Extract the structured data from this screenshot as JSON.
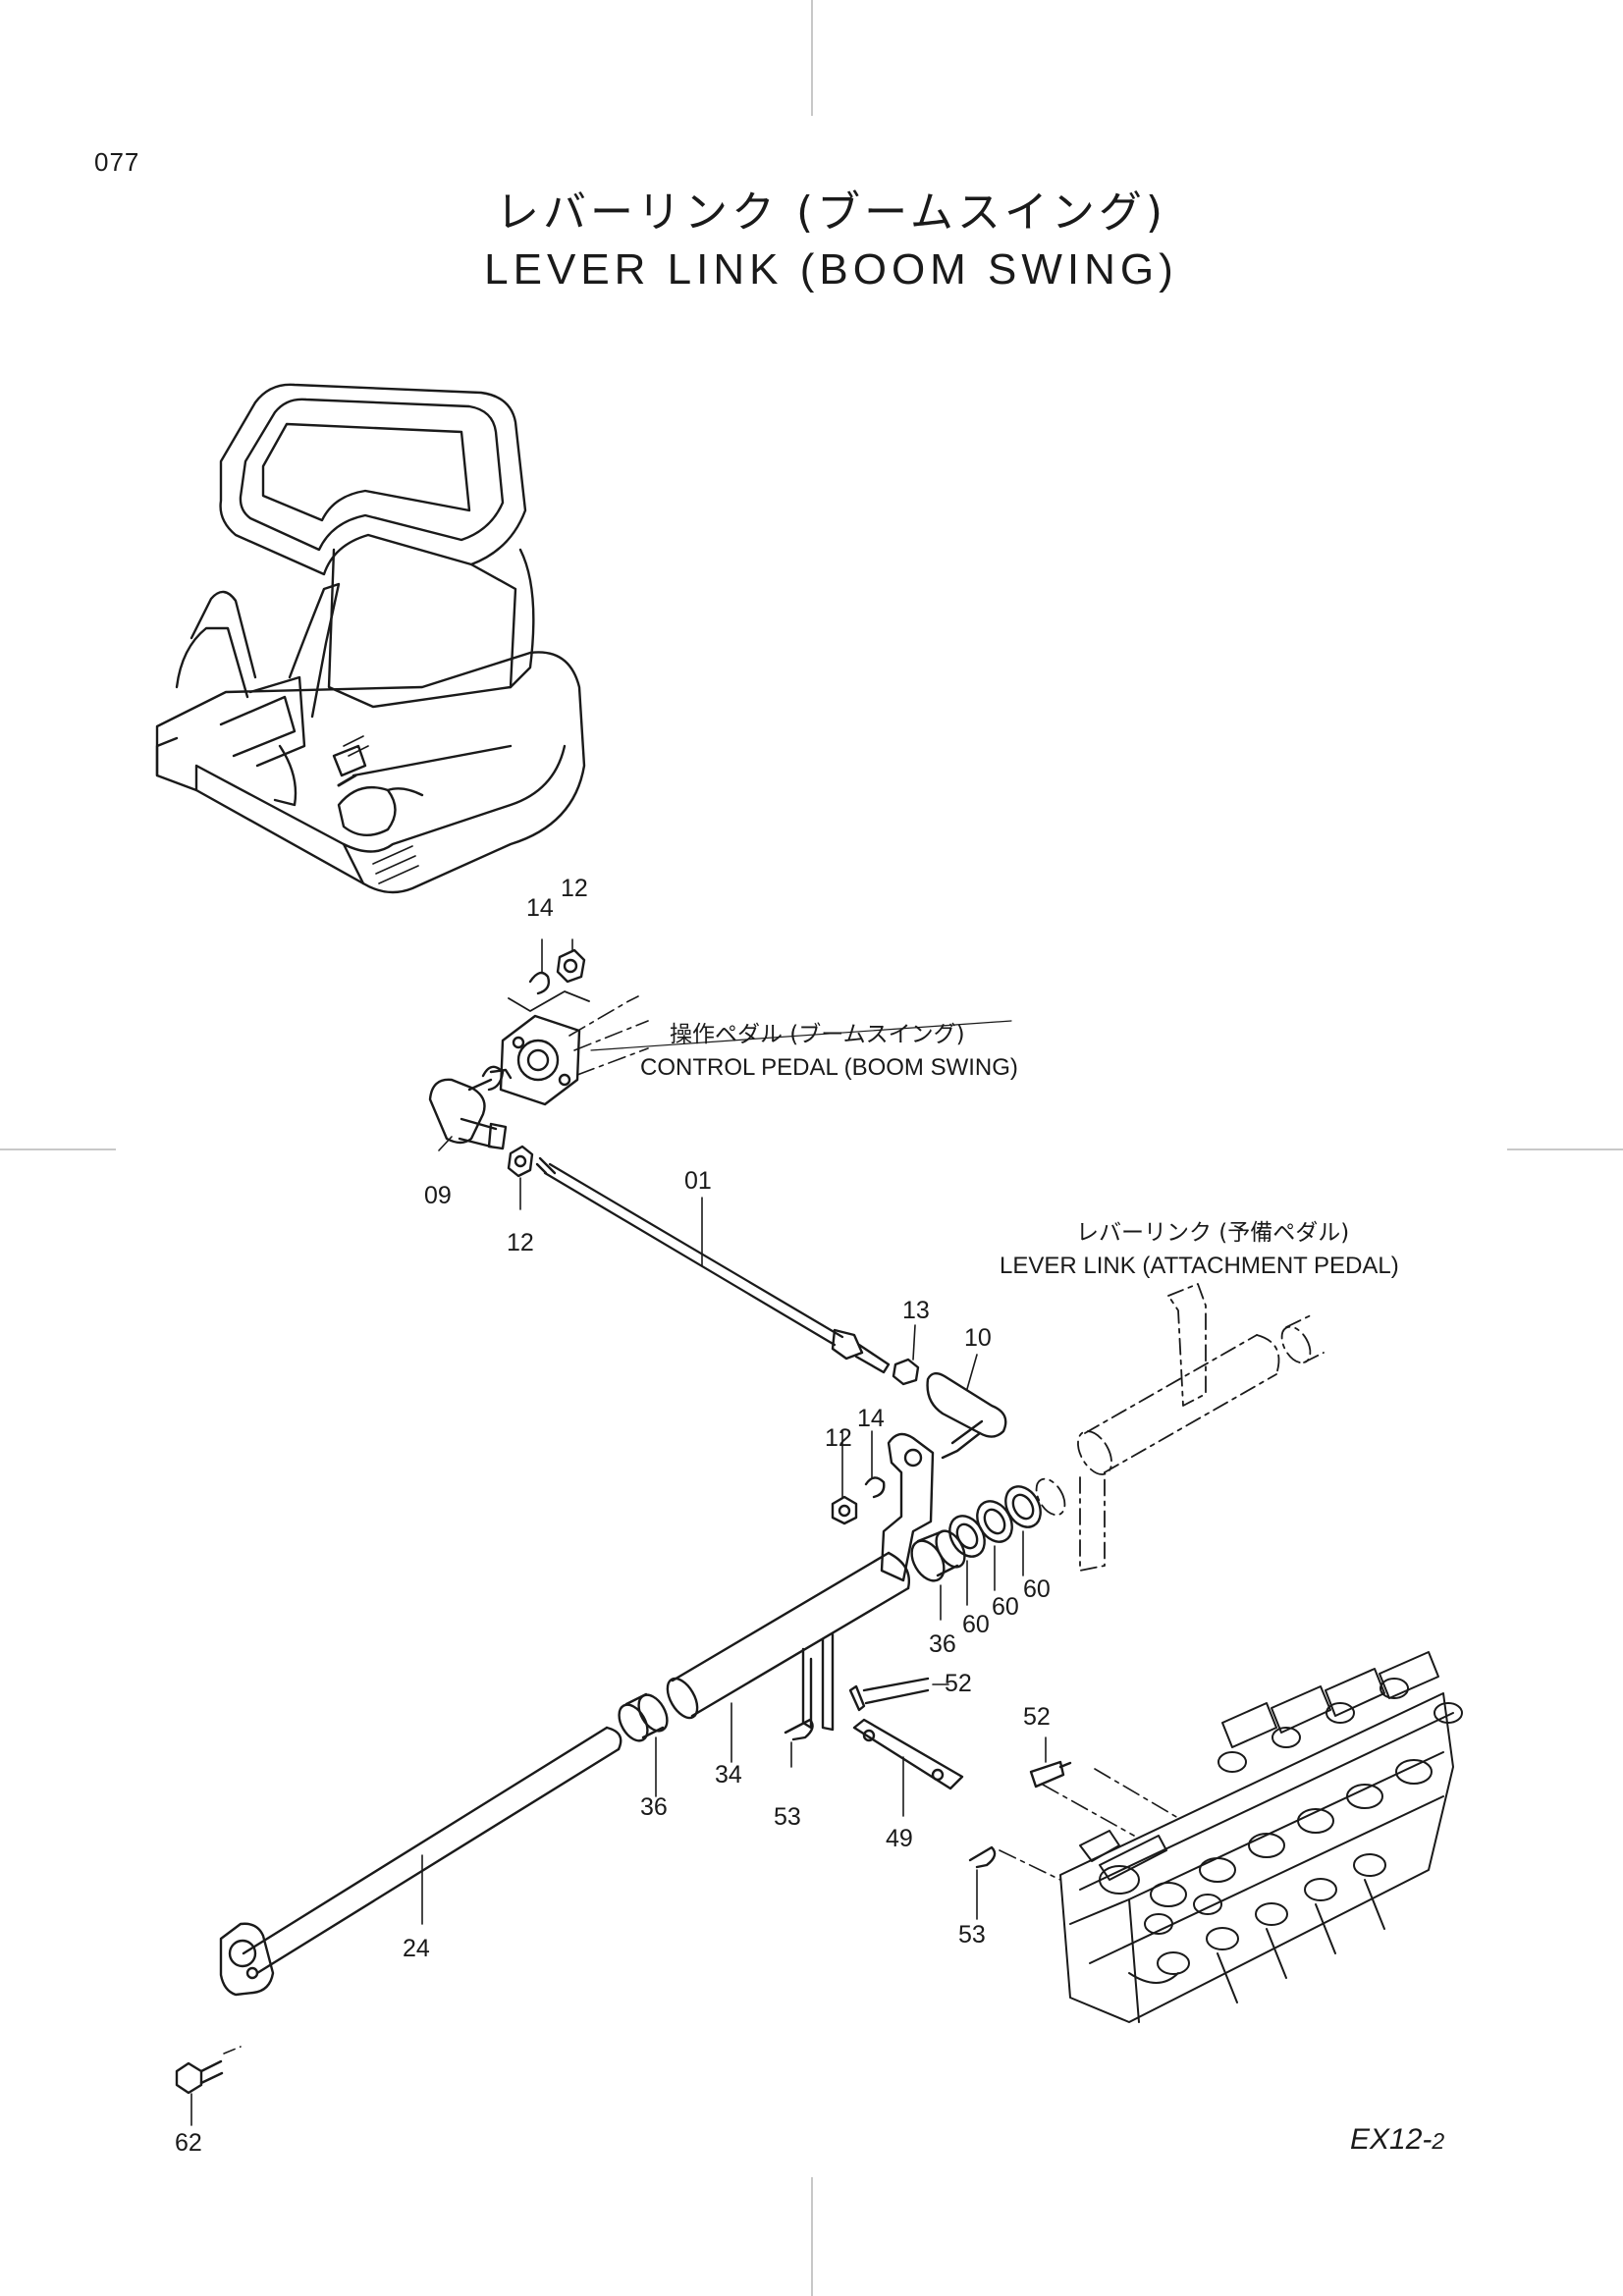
{
  "page": {
    "number": "077",
    "model_code": "EX12-",
    "model_revision": "2"
  },
  "title": {
    "japanese": "レバーリンク (ブームスイング)",
    "english": "LEVER LINK (BOOM SWING)"
  },
  "references": {
    "control_pedal": {
      "ja": "操作ペダル (ブームスイング)",
      "en": "CONTROL PEDAL (BOOM SWING)"
    },
    "attachment_link": {
      "ja": "レバーリンク (予備ペダル)",
      "en": "LEVER LINK (ATTACHMENT PEDAL)"
    }
  },
  "callouts": [
    "14",
    "12",
    "09",
    "12",
    "01",
    "13",
    "10",
    "12",
    "14",
    "36",
    "60",
    "60",
    "60",
    "52",
    "34",
    "53",
    "36",
    "49",
    "52",
    "53",
    "24",
    "62"
  ],
  "colors": {
    "line": "#1a1a1a",
    "crop_mark": "#c8c8c8"
  }
}
